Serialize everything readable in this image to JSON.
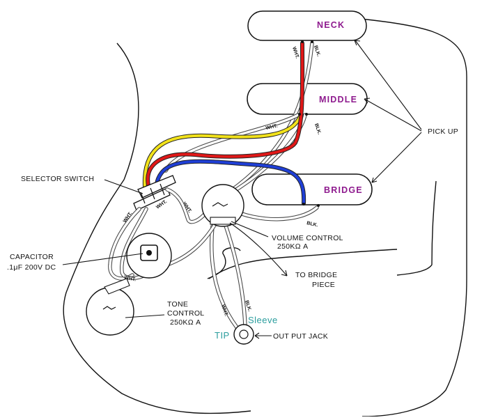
{
  "pickups": {
    "neck": "NECK",
    "middle": "MIDDLE",
    "bridge": "BRIDGE",
    "group_label": "PICK UP"
  },
  "components": {
    "selector_switch": "SELECTOR SWITCH",
    "capacitor_line1": "CAPACITOR",
    "capacitor_line2": ".1μF 200V DC",
    "volume_line1": "VOLUME CONTROL",
    "volume_line2": "250KΩ A",
    "tone_line1": "TONE",
    "tone_line2": "CONTROL",
    "tone_line3": "250KΩ A",
    "bridge_piece_line1": "TO BRIDGE",
    "bridge_piece_line2": "PIECE",
    "output_jack": "OUT PUT JACK",
    "sleeve": "Sleeve",
    "tip": "TIP"
  },
  "wire_labels": {
    "white": "WHT.",
    "black": "BLK."
  },
  "colors": {
    "pickup_label": "#8e1a8e",
    "jack_label": "#2a9d9d",
    "wire_red": "#e01818",
    "wire_yellow": "#f2e21a",
    "wire_blue": "#1f3fd6"
  }
}
